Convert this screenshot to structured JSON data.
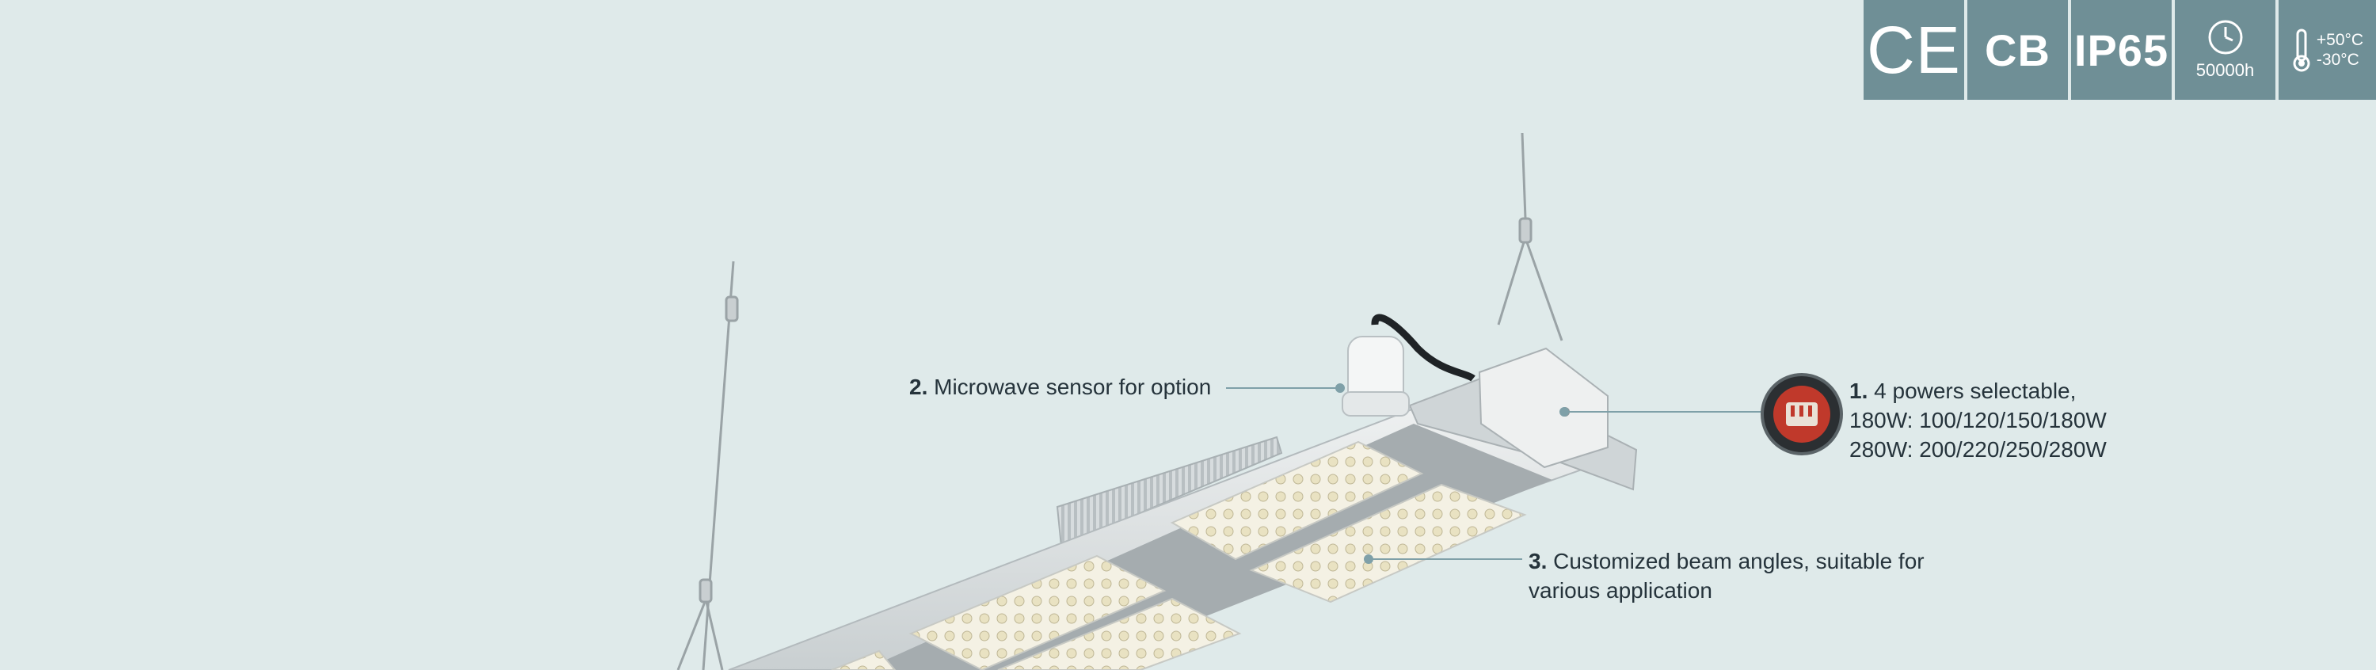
{
  "certifications": [
    {
      "id": "ce",
      "text": "CE",
      "icon": "ce-mark-icon"
    },
    {
      "id": "cb",
      "text": "CB"
    },
    {
      "id": "ip",
      "text": "IP65"
    },
    {
      "id": "life",
      "text": "50000h",
      "icon": "clock-icon"
    },
    {
      "id": "temp",
      "max": "+50°C",
      "min": "-30°C",
      "icon": "thermometer-icon"
    }
  ],
  "callouts": [
    {
      "num": "1.",
      "lines": [
        "4 powers selectable,",
        "180W: 100/120/150/180W",
        "280W: 200/220/250/280W"
      ],
      "icon": "power-selector-icon"
    },
    {
      "num": "2.",
      "lines": [
        "Microwave sensor for option"
      ],
      "icon": "sensor-icon"
    },
    {
      "num": "3.",
      "lines": [
        "Customized beam angles, suitable for",
        "various application"
      ],
      "icon": "led-module-icon"
    }
  ],
  "colors": {
    "background": "#dfeaea",
    "badge": "#6f8f96",
    "text": "#25333b",
    "leader": "#7fa0a8",
    "accent": "#c0392b"
  }
}
